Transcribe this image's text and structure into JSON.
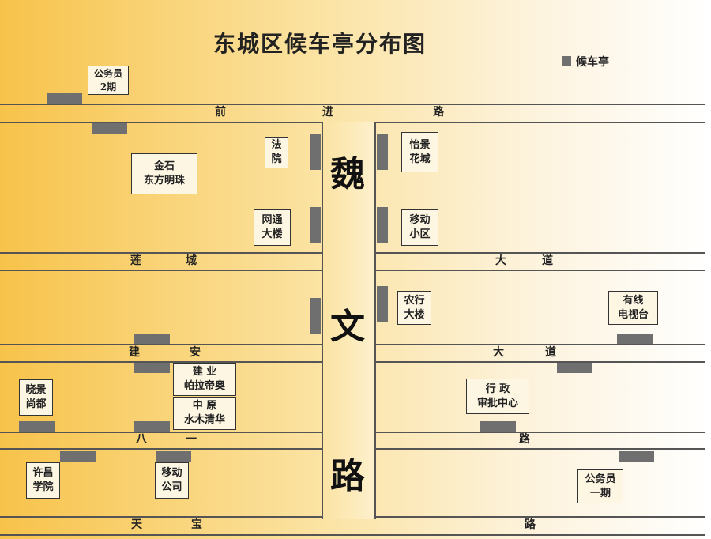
{
  "title": "东城区候车亭分布图",
  "legend": {
    "label": "候车亭",
    "color": "#6f6f6f"
  },
  "main_road": {
    "chars": [
      "魏",
      "文",
      "路"
    ]
  },
  "roads": {
    "qianjin": {
      "chars": [
        "前",
        "进",
        "路"
      ]
    },
    "liancheng_left": {
      "chars": [
        "莲",
        "城"
      ]
    },
    "liancheng_right": {
      "chars": [
        "大",
        "道"
      ]
    },
    "jianan_left": {
      "chars": [
        "建",
        "安"
      ]
    },
    "jianan_right": {
      "chars": [
        "大",
        "道"
      ]
    },
    "bayi_left": {
      "chars": [
        "八",
        "一"
      ]
    },
    "bayi_right": {
      "chars": [
        "路"
      ]
    },
    "tianbao_left": {
      "chars": [
        "天",
        "宝"
      ]
    },
    "tianbao_right": {
      "chars": [
        "路"
      ]
    }
  },
  "places": {
    "gongwuyuan2": "公务员\n2期",
    "jinshi": "金石\n东方明珠",
    "fayuan": "法\n院",
    "yijing": "怡景\n花城",
    "wangtong": "网通\n大楼",
    "yidong_xiaoqu": "移动\n小区",
    "nonghang": "农行\n大楼",
    "youxian": "有线\n电视台",
    "jianye": "建  业\n帕拉帝奥",
    "xiaojing": "晓景\n尚都",
    "zhongyuan": "中  原\n水木清华",
    "xingzheng": "行  政\n审批中心",
    "xuchang": "许昌\n学院",
    "yidong_gongsi": "移动\n公司",
    "gongwuyuan1": "公务员\n一期"
  }
}
